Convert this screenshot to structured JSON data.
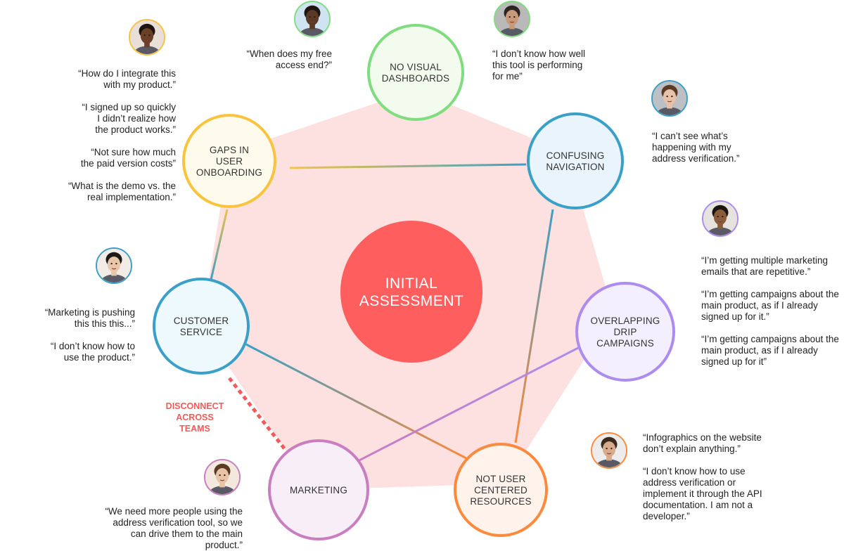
{
  "center": {
    "label_line1": "INITIAL",
    "label_line2": "ASSESSMENT",
    "color": "#fe5e5e"
  },
  "nodes": [
    {
      "id": "dashboards",
      "lines": [
        "NO VISUAL",
        "DASHBOARDS"
      ],
      "border": "#7fdc7f",
      "fill": "#f3fbef"
    },
    {
      "id": "navigation",
      "lines": [
        "CONFUSING",
        "NAVIGATION"
      ],
      "border": "#3aa0c8",
      "fill": "#eaf4fd"
    },
    {
      "id": "drip",
      "lines": [
        "OVERLAPPING",
        "DRIP",
        "CAMPAIGNS"
      ],
      "border": "#ad8cf0",
      "fill": "#f3efff"
    },
    {
      "id": "resources",
      "lines": [
        "NOT USER",
        "CENTERED",
        "RESOURCES"
      ],
      "border": "#fc8a3c",
      "fill": "#fff3ec"
    },
    {
      "id": "marketing",
      "lines": [
        "MARKETING"
      ],
      "border": "#c97ec0",
      "fill": "#f8eef8"
    },
    {
      "id": "service",
      "lines": [
        "CUSTOMER",
        "SERVICE"
      ],
      "border": "#3aa0c8",
      "fill": "#eef9fd"
    },
    {
      "id": "onboarding",
      "lines": [
        "GAPS IN",
        "USER",
        "ONBOARDING"
      ],
      "border": "#f8c440",
      "fill": "#fffbec"
    }
  ],
  "polygon_color": "#fde0e0",
  "disconnect": {
    "lines": [
      "DISCONNECT",
      "ACROSS",
      "TEAMS"
    ],
    "color": "#f4595b"
  },
  "quotes": {
    "onboarding": [
      "“How do I integrate this\nwith my product.”",
      "“I signed up so quickly\nI didn’t realize how\nthe product works.”",
      "“Not sure how much\nthe paid version costs”",
      "“What is the demo vs. the\nreal implementation.”"
    ],
    "free_access": [
      "“When does my free\naccess end?”"
    ],
    "dashboards": [
      "“I don’t know how well\nthis tool is performing\nfor me”"
    ],
    "navigation": [
      "“I can’t see what’s\nhappening with my\naddress verification.”"
    ],
    "drip": [
      "“I’m getting multiple marketing\nemails that are repetitive.”",
      "“I’m getting campaigns about the\nmain product, as if I already\nsigned up for it.”",
      "“I’m getting campaigns about the\nmain product, as if I already\nsigned up for it”"
    ],
    "service": [
      "“Marketing is pushing\nthis this this...”",
      "“I don’t know how to\nuse the product.”"
    ],
    "resources": [
      "“Infographics on the website\ndon’t explain anything.”",
      "“I don’t know how to use\naddress verification or\nimplement it through the API\ndocumentation. I am not a\ndeveloper.”"
    ],
    "marketing": [
      "“We need more people using the\naddress verification tool, so we\ncan drive them to the main\nproduct.”"
    ]
  },
  "avatars": [
    {
      "id": "onboarding",
      "border": "#f8c440",
      "skin": "#6b4028",
      "hair": "#1e1410",
      "bg": "#e8e0d8"
    },
    {
      "id": "free_access",
      "border": "#7fdc7f",
      "skin": "#5a3a26",
      "hair": "#1e1410",
      "bg": "#cfe3f0"
    },
    {
      "id": "dashboards",
      "border": "#7fdc7f",
      "skin": "#c99a7a",
      "hair": "#2c2420",
      "bg": "#b9b9b9"
    },
    {
      "id": "navigation",
      "border": "#3aa0c8",
      "skin": "#e8c2a8",
      "hair": "#5a3a24",
      "bg": "#bcc0c4"
    },
    {
      "id": "drip",
      "border": "#ad8cf0",
      "skin": "#8a5c3c",
      "hair": "#1c1410",
      "bg": "#e6e2de"
    },
    {
      "id": "service",
      "border": "#3aa0c8",
      "skin": "#e9c6aa",
      "hair": "#1e1a18",
      "bg": "#f2ebe6"
    },
    {
      "id": "resources",
      "border": "#fc8a3c",
      "skin": "#d8ab8c",
      "hair": "#3a2a20",
      "bg": "#ececec"
    },
    {
      "id": "marketing",
      "border": "#c97ec0",
      "skin": "#e8c3a6",
      "hair": "#5a3a22",
      "bg": "#f2e8de"
    }
  ]
}
